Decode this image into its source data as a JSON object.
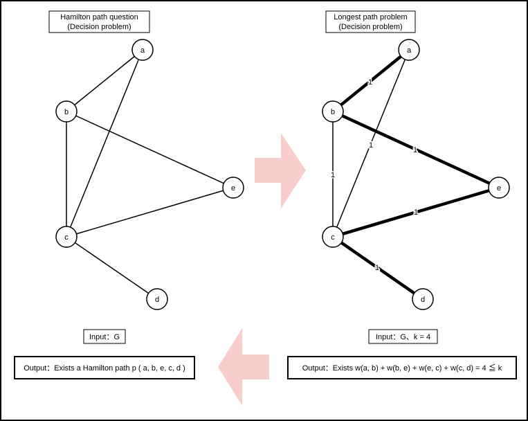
{
  "left_graph": {
    "title_line1": "Hamilton path question",
    "title_line2": "(Decision problem)",
    "nodes": {
      "a": "a",
      "b": "b",
      "c": "c",
      "d": "d",
      "e": "e"
    }
  },
  "right_graph": {
    "title_line1": "Longest path problem",
    "title_line2": "(Decision problem)",
    "nodes": {
      "a": "a",
      "b": "b",
      "c": "c",
      "d": "d",
      "e": "e"
    },
    "edge_weights": {
      "ab": "1",
      "ac": "1",
      "bc": "1",
      "be": "1",
      "ce": "1",
      "cd": "1"
    }
  },
  "left_input": "Input：G",
  "left_output": "Output：Exists a Hamilton path p ( a, b, e, c, d )",
  "right_input": "Input：G、k = 4",
  "right_output": "Output：Exists w(a, b) + w(b, e) + w(e, c) + w(c, d) = 4 ≦ k",
  "colors": {
    "arrow": "#f8cecc",
    "stroke": "#000000"
  }
}
